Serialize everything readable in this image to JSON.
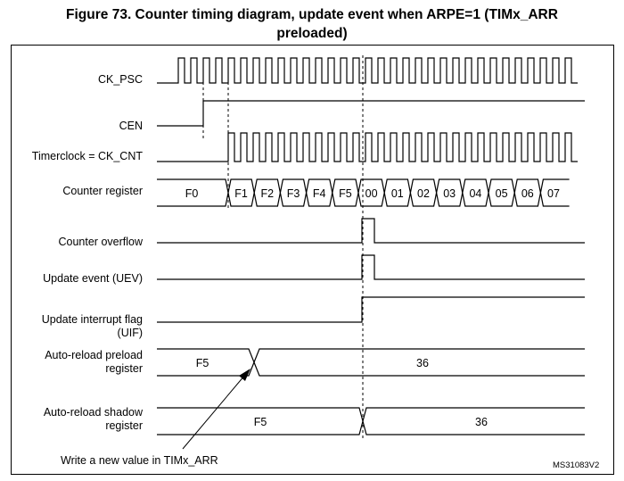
{
  "title_line1": "Figure 73. Counter timing diagram, update event when ARPE=1 (TIMx_ARR",
  "title_line2": "preloaded)",
  "labels": {
    "ck_psc": "CK_PSC",
    "cen": "CEN",
    "timerclock": "Timerclock = CK_CNT",
    "counter_register": "Counter register",
    "counter_overflow": "Counter overflow",
    "uev": "Update event (UEV)",
    "uif_line1": "Update interrupt flag",
    "uif_line2": "(UIF)",
    "arr_preload_line1": "Auto-reload preload",
    "arr_preload_line2": "register",
    "arr_shadow_line1": "Auto-reload shadow",
    "arr_shadow_line2": "register"
  },
  "counter_values": [
    "F0",
    "F1",
    "F2",
    "F3",
    "F4",
    "F5",
    "00",
    "01",
    "02",
    "03",
    "04",
    "05",
    "06",
    "07"
  ],
  "preload_values": [
    "F5",
    "36"
  ],
  "shadow_values": [
    "F5",
    "36"
  ],
  "annotation": "Write a new value in TIMx_ARR",
  "reference": "MS31083V2"
}
